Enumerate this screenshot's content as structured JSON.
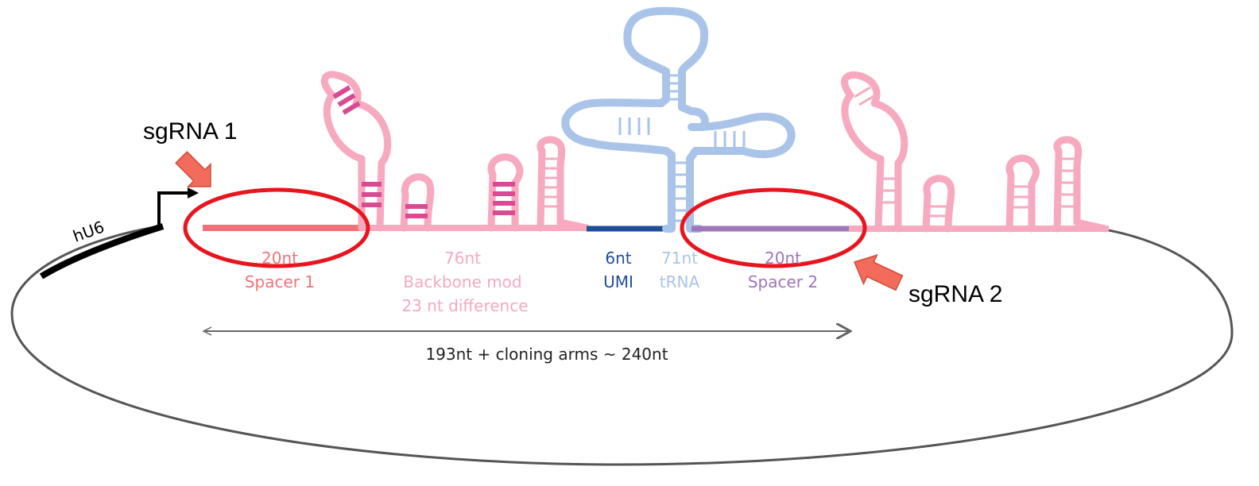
{
  "promoter": {
    "label": "hU6"
  },
  "callouts": {
    "sgrna1": "sgRNA 1",
    "sgrna2": "sgRNA 2"
  },
  "segments": {
    "spacer1": {
      "length": "20nt",
      "name": "Spacer 1",
      "color": "#f0737a"
    },
    "backbone": {
      "length": "76nt",
      "name": "Backbone mod",
      "note": "23 nt difference",
      "color": "#f7a9bf"
    },
    "umi": {
      "length": "6nt",
      "name": "UMI",
      "color": "#1f4e99"
    },
    "trna": {
      "length": "71nt",
      "name": "tRNA",
      "color": "#a9c4e8"
    },
    "spacer2": {
      "length": "20nt",
      "name": "Spacer 2",
      "color": "#a276b8"
    }
  },
  "total": {
    "label": "193nt + cloning arms ~ 240nt"
  },
  "colors": {
    "highlight": "#e8141e",
    "arrow": "#f26b5b",
    "plasmid": "#555555",
    "stem_dark": "#d94a92"
  }
}
